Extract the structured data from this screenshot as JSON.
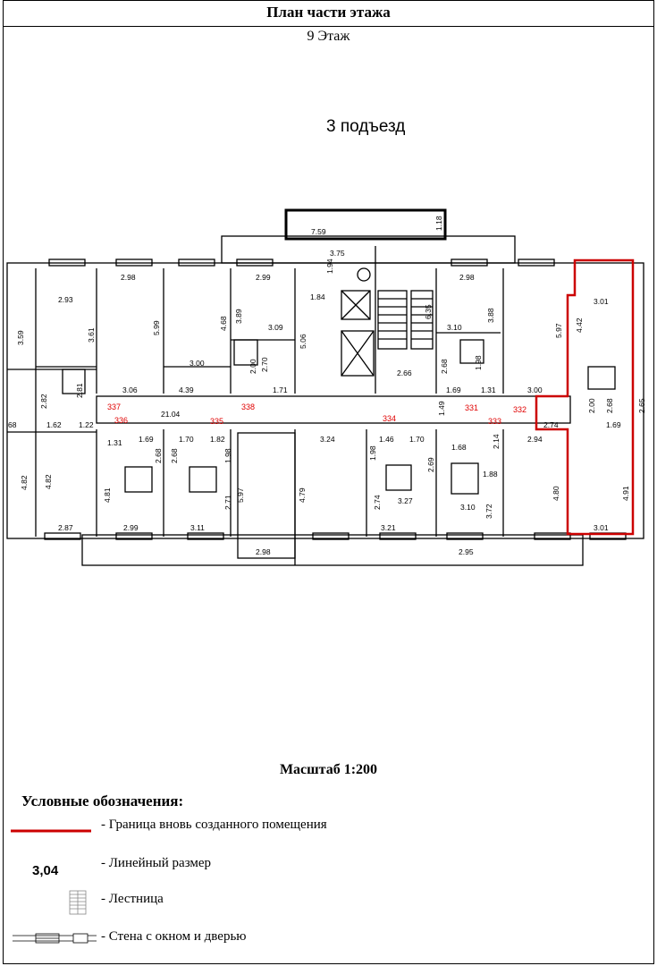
{
  "header": {
    "title": "План части этажа"
  },
  "floor_label": "9 Этаж",
  "entrance_label": "3  подъезд",
  "scale_label": "Масштаб 1:200",
  "legend": {
    "title": "Условные обозначения:",
    "boundary_text": "- Граница вновь созданного помещения",
    "dimension_sample": "3,04",
    "dimension_text": "- Линейный размер",
    "stairs_text": "- Лестница",
    "wall_text": "- Стена с окном и дверью"
  },
  "colors": {
    "boundary": "#cc0000",
    "room_number": "#e00000"
  },
  "room_numbers": [
    "337",
    "336",
    "335",
    "338",
    "334",
    "331",
    "333",
    "332"
  ],
  "dimensions": [
    "2.98",
    "5.99",
    "3.06",
    "3.00",
    "4.39",
    "4.68",
    "3.89",
    "2.00",
    "2.70",
    "2.99",
    "3.09",
    "1.71",
    "7.59",
    "3.75",
    "1.18",
    "1.94",
    "1.84",
    "5.06",
    "6.35",
    "2.66",
    "2.98",
    "3.10",
    "3.88",
    "2.68",
    "1.98",
    "1.69",
    "1.31",
    "5.97",
    "4.42",
    "3.01",
    "3.00",
    "2.00",
    "2.68",
    "2.65",
    "1.69",
    "2.74",
    "2.93",
    "3.61",
    "3.59",
    "2.81",
    "2.82",
    "1.62",
    "1.22",
    "68",
    "21.04",
    "1.49",
    "1.31",
    "1.69",
    "2.68",
    "1.70",
    "1.82",
    "1.98",
    "3.24",
    "1.46",
    "1.70",
    "1.68",
    "2.14",
    "2.94",
    "4.82",
    "4.82",
    "4.81",
    "5.97",
    "2.71",
    "2.68",
    "1.98",
    "4.79",
    "2.74",
    "3.27",
    "2.69",
    "1.88",
    "3.72",
    "3.10",
    "4.80",
    "4.91",
    "2.87",
    "2.99",
    "3.11",
    "2.98",
    "3.21",
    "2.95",
    "3.01"
  ]
}
